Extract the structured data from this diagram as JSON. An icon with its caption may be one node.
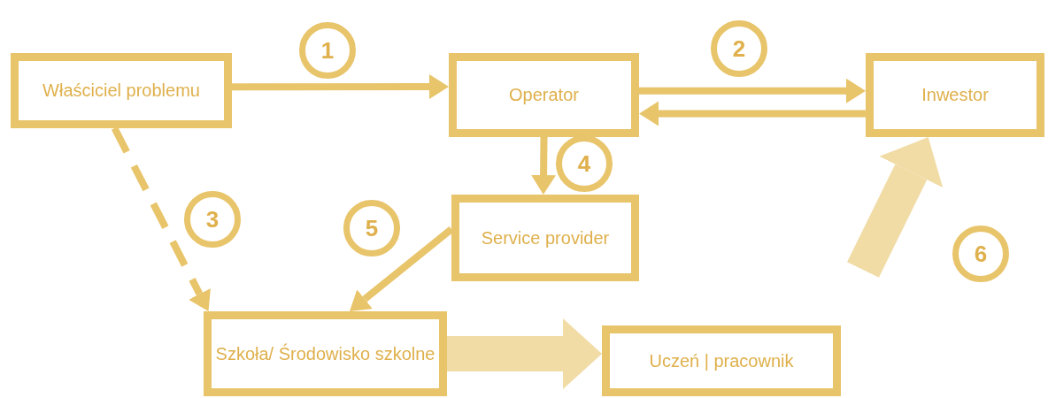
{
  "diagram": {
    "nodes": [
      {
        "text": [
          "Właściciel problemu"
        ]
      },
      {
        "text": [
          "Operator"
        ]
      },
      {
        "text": [
          "Inwestor"
        ]
      },
      {
        "text": [
          "Service provider"
        ]
      },
      {
        "text": [
          "Szkoła/ Środowisko szkolne"
        ]
      },
      {
        "text": [
          "Uczeń | pracownik"
        ]
      }
    ],
    "edges": [
      {
        "from": 0,
        "to": 1,
        "arrow": "to"
      },
      {
        "from": 1,
        "to": 2,
        "arrow": "to"
      },
      {
        "from": 2,
        "to": 1,
        "arrow": "to"
      },
      {
        "from": 0,
        "to": 4,
        "arrow": "to",
        "style": "dashed"
      },
      {
        "from": 1,
        "to": 3,
        "arrow": "to"
      },
      {
        "from": 3,
        "to": 4,
        "arrow": "to"
      },
      {
        "from": 4,
        "to": 5,
        "arrow": "to",
        "style": "thick",
        "color": "#f1dca6"
      },
      {
        "from": null,
        "to": 2,
        "arrow": "to",
        "style": "thick",
        "color": "#f1dca6"
      }
    ],
    "labels": [
      "1",
      "2",
      "3",
      "4",
      "5",
      "6"
    ]
  }
}
